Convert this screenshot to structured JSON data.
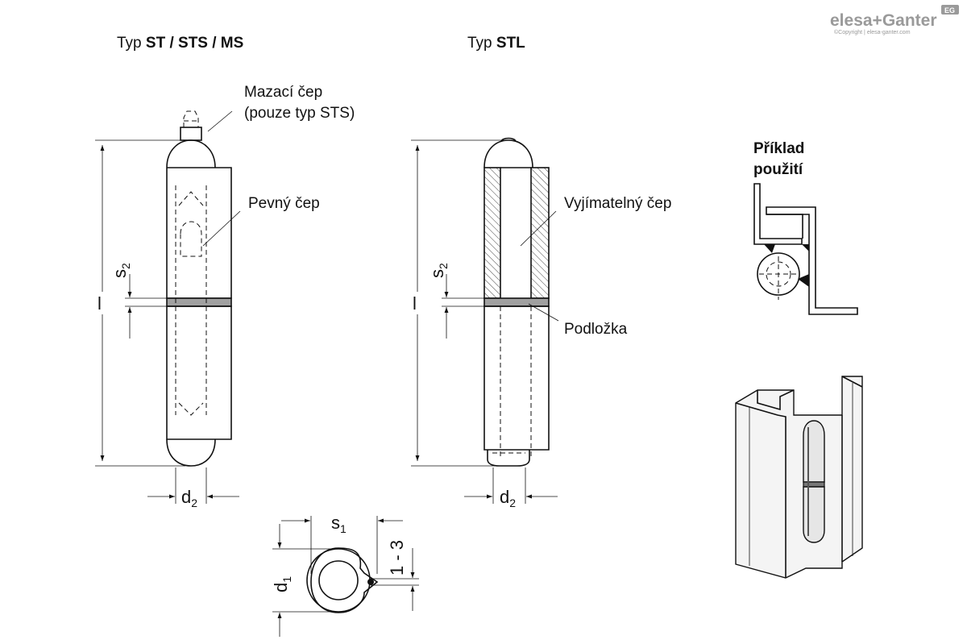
{
  "logo": {
    "brand": "elesa+Ganter",
    "badge": "EG",
    "copyright": "©Copyright | elesa-ganter.com"
  },
  "left_diagram": {
    "title_prefix": "Typ ",
    "title_bold": "ST / STS / MS",
    "callout_grease": [
      "Mazací čep",
      "(pouze typ STS)"
    ],
    "callout_pin": "Pevný čep",
    "dim_s2": "s",
    "dim_s2_sub": "2",
    "dim_l": "l",
    "dim_d2": "d",
    "dim_d2_sub": "2"
  },
  "right_diagram": {
    "title_prefix": "Typ ",
    "title_bold": "STL",
    "callout_pin": "Vyjímatelný čep",
    "callout_washer": "Podložka",
    "dim_s2": "s",
    "dim_s2_sub": "2",
    "dim_l": "l",
    "dim_d2": "d",
    "dim_d2_sub": "2"
  },
  "section_view": {
    "dim_s1": "s",
    "dim_s1_sub": "1",
    "dim_d1": "d",
    "dim_d1_sub": "1",
    "dim_gap": "1 - 3"
  },
  "example": {
    "title_line1": "Příklad",
    "title_line2": "použití"
  }
}
